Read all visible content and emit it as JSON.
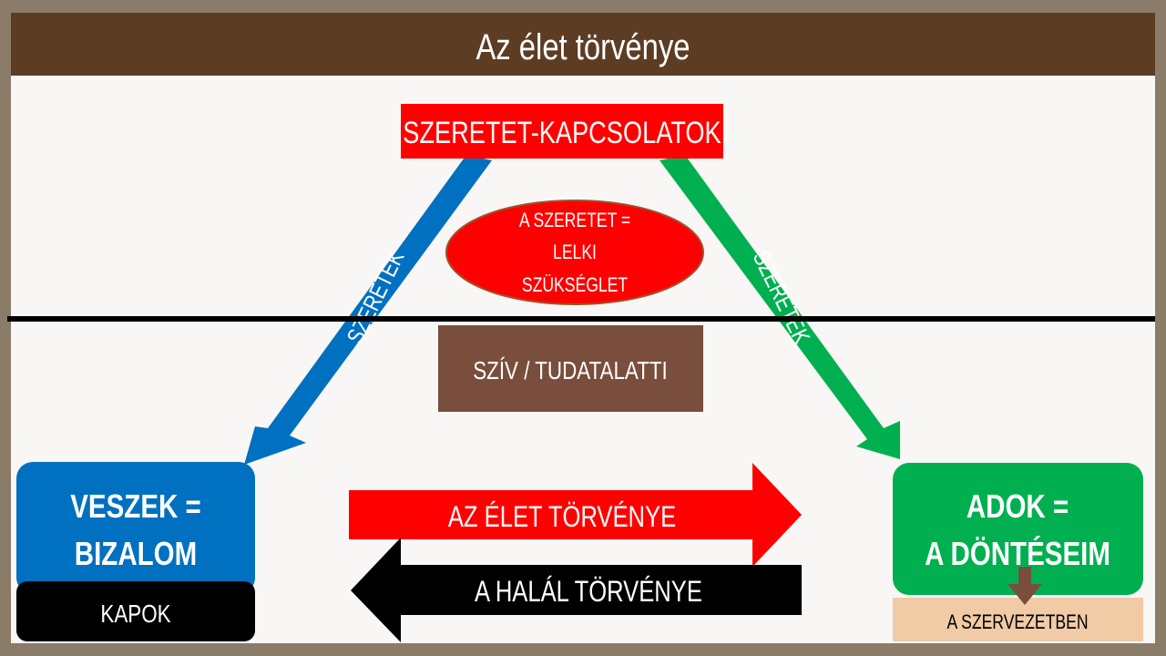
{
  "title": "Az élet törvénye",
  "top_box": "SZERETET-KAPCSOLATOK",
  "ellipse": {
    "line1": "A  SZERETET =",
    "line2": "LELKI",
    "line3": "SZÜKSÉGLET"
  },
  "left_arrow_label": "SZERETEK",
  "right_arrow_label": "SZERETEK",
  "heart_box": "SZÍV / TUDATALATTI",
  "left_box": {
    "line1": "VESZEK =",
    "line2": "BIZALOM",
    "sub": "KAPOK"
  },
  "right_box": {
    "line1": "ADOK =",
    "line2": "A DÖNTÉSEIM",
    "sub": "A SZERVEZETBEN"
  },
  "life_arrow": "AZ ÉLET TÖRVÉNYE",
  "death_arrow": "A HALÁL TÖRVÉNYE",
  "colors": {
    "title_bar": "#5c3d24",
    "red": "#ff0000",
    "blue": "#0070c0",
    "green": "#00b050",
    "brown": "#7a4e3c",
    "beige": "#f0cba6"
  }
}
